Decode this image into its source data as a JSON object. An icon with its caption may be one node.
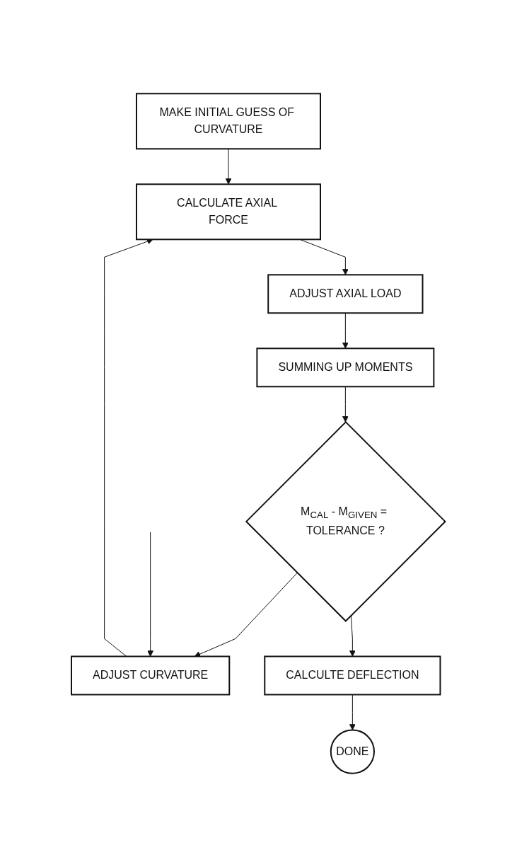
{
  "diagram": {
    "nodes": [
      {
        "text": [
          "MAKE INITIAL GUESS OF CURVATURE"
        ]
      },
      {
        "text": [
          "CALCULATE AXIAL FORCE"
        ]
      },
      {
        "text": [
          "ADJUST AXIAL LOAD"
        ]
      },
      {
        "text": [
          "SUMMING UP MOMENTS"
        ]
      },
      {
        "text": [
          "M$_{CAL}$ - M$_{GIVEN}$ = TOLERANCE ?"
        ]
      },
      {
        "text": [
          "ADJUST CURVATURE"
        ]
      },
      {
        "text": [
          "CALCULTE DEFLECTION"
        ]
      },
      {
        "text": [
          "DONE"
        ]
      }
    ],
    "edges": [
      {
        "from": 0,
        "to": 1,
        "arrow": "to"
      },
      {
        "from": 1,
        "to": 2,
        "arrow": "to"
      },
      {
        "from": 2,
        "to": 3,
        "arrow": "to"
      },
      {
        "from": 3,
        "to": 4,
        "arrow": "to"
      },
      {
        "from": 4,
        "to": 5,
        "arrow": "to"
      },
      {
        "from": 5,
        "to": 1,
        "arrow": "to"
      },
      {
        "from": 4,
        "to": 6,
        "arrow": "to"
      },
      {
        "from": 6,
        "to": 7,
        "arrow": "to"
      },
      {
        "from": null,
        "to": 5,
        "arrow": "to"
      }
    ]
  }
}
